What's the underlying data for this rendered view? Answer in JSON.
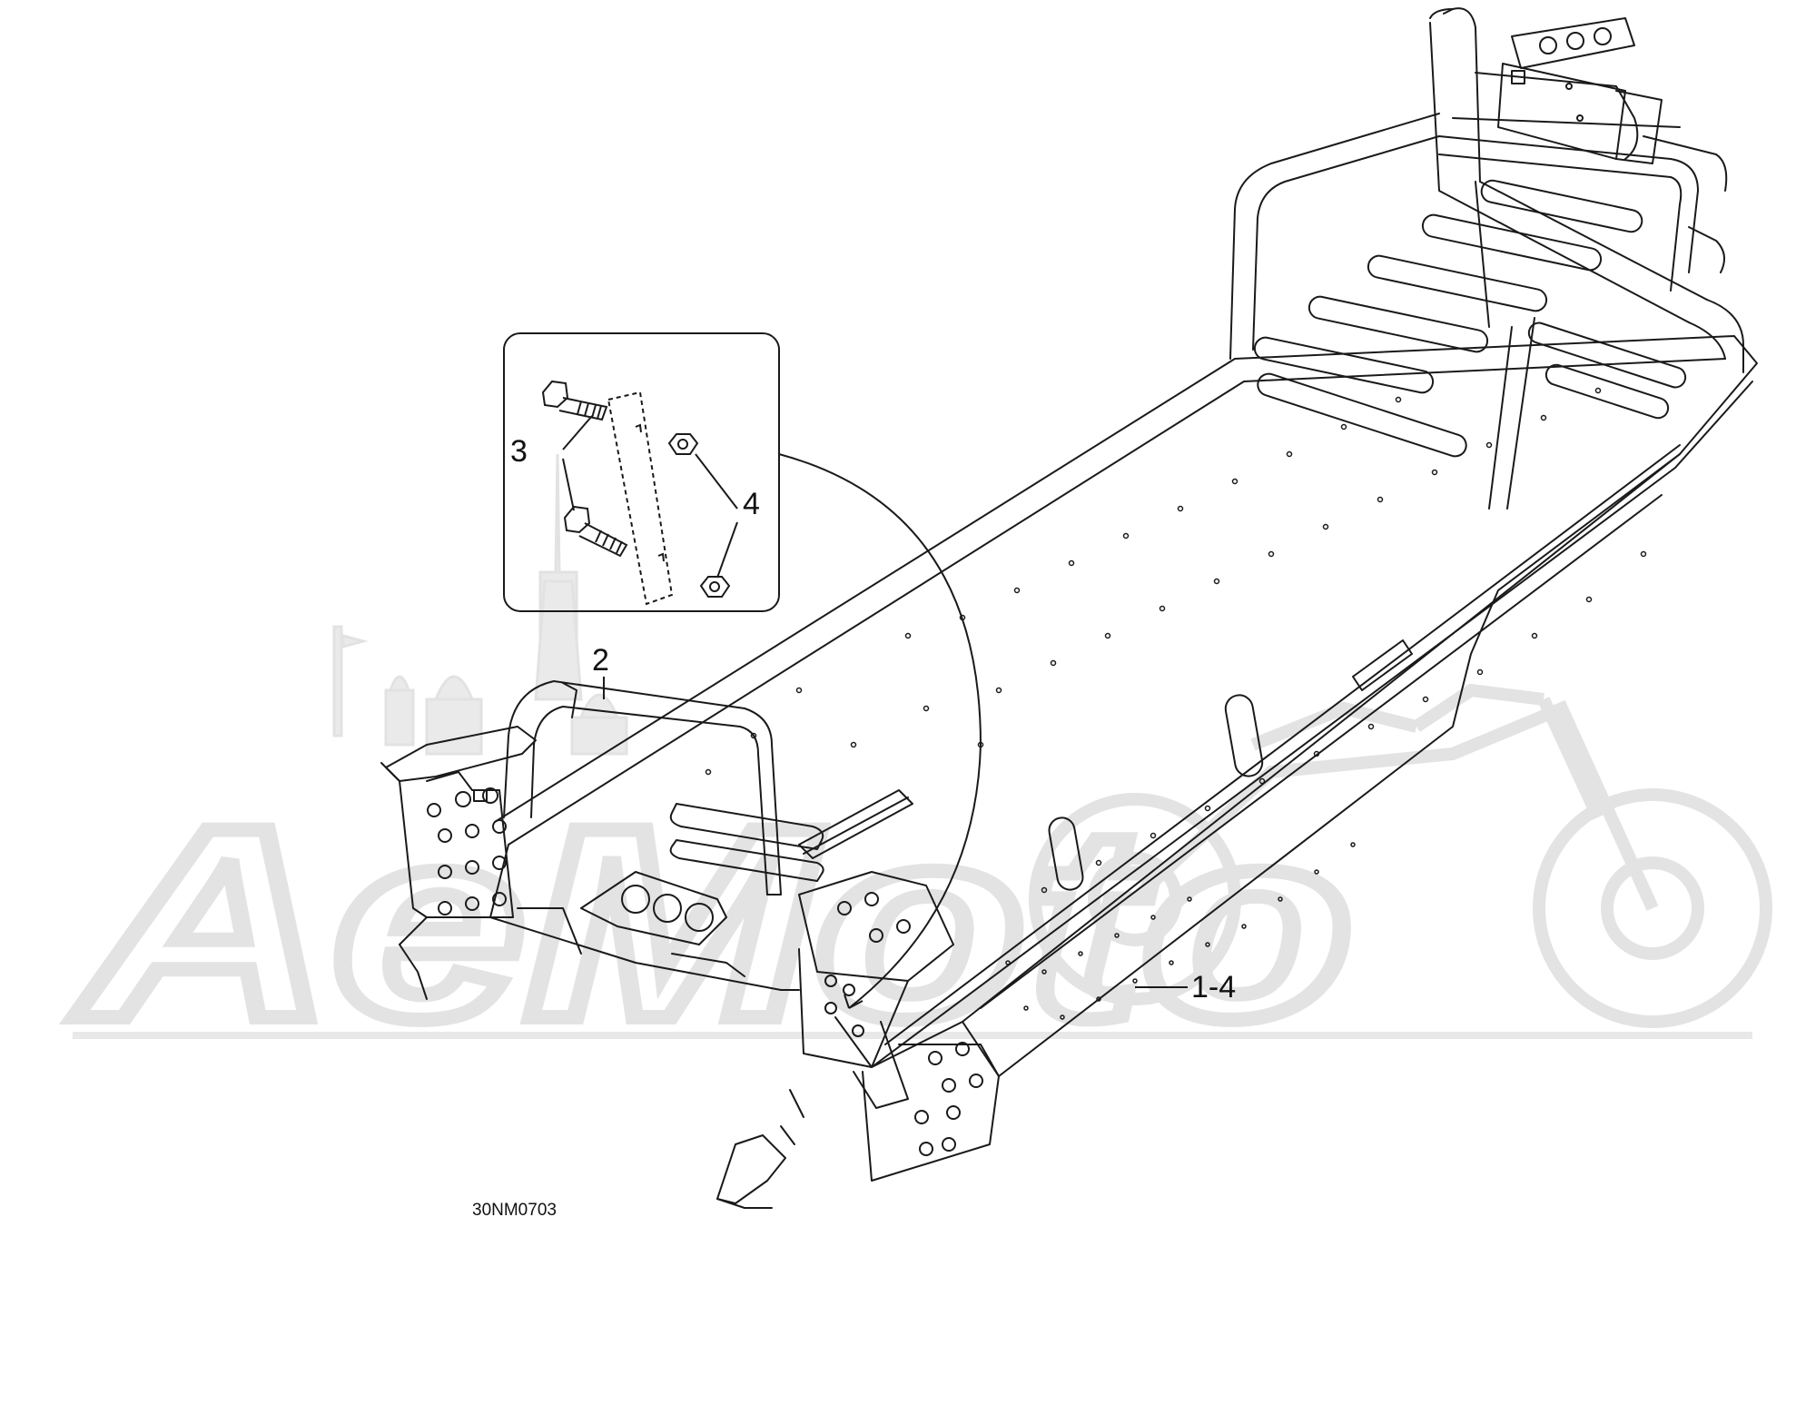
{
  "diagram": {
    "drawing_code": "30NM0703",
    "callouts": {
      "bolts": "3",
      "nuts": "4",
      "rear_bumper": "2",
      "assembly": "1-4"
    },
    "watermark_text": "AeMoto",
    "line_color": "#1a1a1a",
    "watermark_color": "#e8e8e8"
  }
}
